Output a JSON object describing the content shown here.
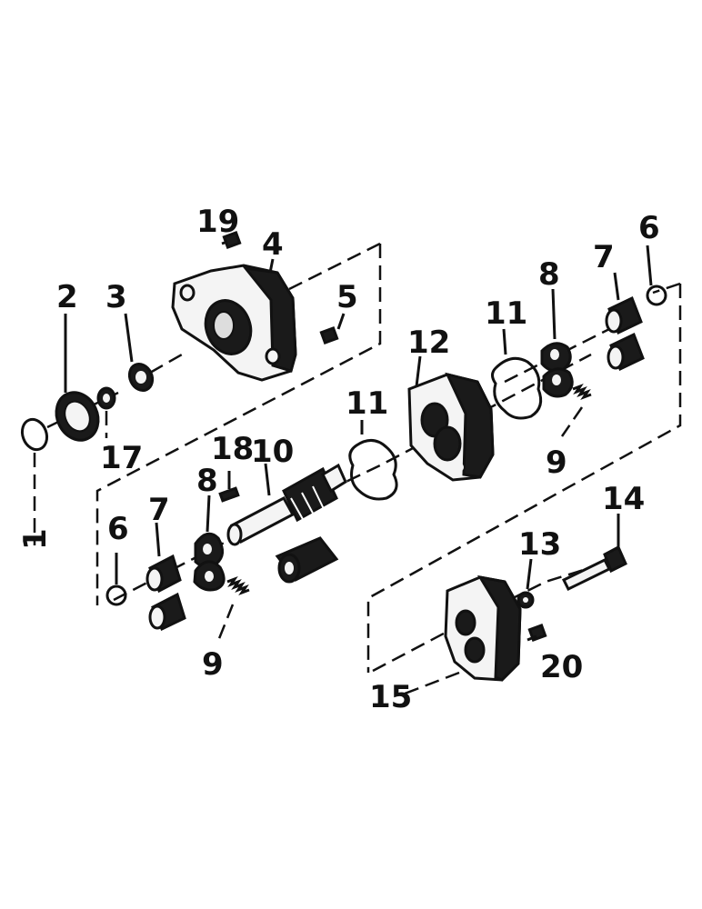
{
  "labels": {
    "p1": "1",
    "p2": "2",
    "p3": "3",
    "p4": "4",
    "p5": "5",
    "p6a": "6",
    "p6b": "6",
    "p7a": "7",
    "p7b": "7",
    "p8a": "8",
    "p8b": "8",
    "p9a": "9",
    "p9b": "9",
    "p10": "10",
    "p11a": "11",
    "p11b": "11",
    "p12": "12",
    "p13": "13",
    "p14": "14",
    "p15": "15",
    "p17": "17",
    "p18": "18",
    "p19": "19",
    "p20": "20"
  }
}
